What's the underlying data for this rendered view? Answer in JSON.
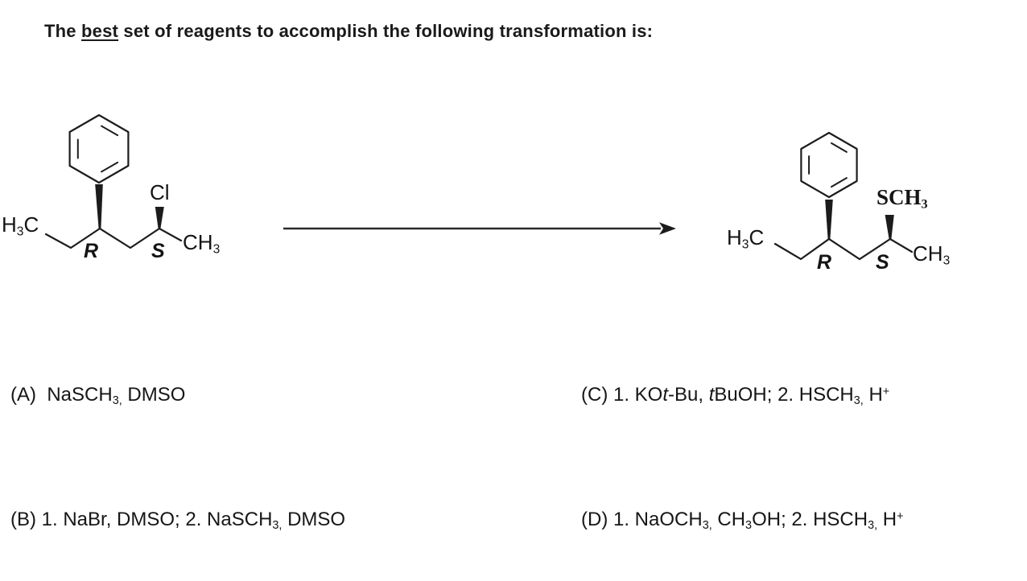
{
  "page": {
    "background": "#ffffff",
    "ink": "#1a1a1a"
  },
  "title": {
    "segments": [
      {
        "t": "The ",
        "s": "n"
      },
      {
        "t": "best",
        "s": "u"
      },
      {
        "t": " set of reagents to accomplish the following transformation is:",
        "s": "n"
      }
    ]
  },
  "reaction": {
    "substrate": {
      "ethyl_label": [
        {
          "t": "H",
          "s": "n"
        },
        {
          "t": "3",
          "s": "b"
        },
        {
          "t": "C",
          "s": "n"
        }
      ],
      "leaving_group_label": [
        {
          "t": "Cl",
          "s": "n"
        }
      ],
      "methyl_label": [
        {
          "t": "CH",
          "s": "n"
        },
        {
          "t": "3",
          "s": "b"
        }
      ],
      "stereocenter_left": [
        {
          "t": "R",
          "s": "n"
        }
      ],
      "stereocenter_right": [
        {
          "t": "S",
          "s": "n"
        }
      ]
    },
    "product": {
      "ethyl_label": [
        {
          "t": "H",
          "s": "n"
        },
        {
          "t": "3",
          "s": "b"
        },
        {
          "t": "C",
          "s": "n"
        }
      ],
      "substituent_label": [
        {
          "t": "SCH",
          "s": "n"
        },
        {
          "t": "3",
          "s": "b"
        }
      ],
      "methyl_label": [
        {
          "t": "CH",
          "s": "n"
        },
        {
          "t": "3",
          "s": "b"
        }
      ],
      "stereocenter_left": [
        {
          "t": "R",
          "s": "n"
        }
      ],
      "stereocenter_right": [
        {
          "t": "S",
          "s": "n"
        }
      ]
    }
  },
  "options": [
    {
      "id": "A",
      "segments": [
        {
          "t": "(A)  NaSCH",
          "s": "n"
        },
        {
          "t": "3,",
          "s": "b"
        },
        {
          "t": " DMSO",
          "s": "n"
        }
      ]
    },
    {
      "id": "B",
      "segments": [
        {
          "t": "(B) 1. NaBr, DMSO; 2. NaSCH",
          "s": "n"
        },
        {
          "t": "3,",
          "s": "b"
        },
        {
          "t": " DMSO",
          "s": "n"
        }
      ]
    },
    {
      "id": "C",
      "segments": [
        {
          "t": "(C) 1. KO",
          "s": "n"
        },
        {
          "t": "t",
          "s": "i"
        },
        {
          "t": "-Bu, ",
          "s": "n"
        },
        {
          "t": "t",
          "s": "i"
        },
        {
          "t": "BuOH; 2. HSCH",
          "s": "n"
        },
        {
          "t": "3,",
          "s": "b"
        },
        {
          "t": " H",
          "s": "n"
        },
        {
          "t": "+",
          "s": "p"
        }
      ]
    },
    {
      "id": "D",
      "segments": [
        {
          "t": "(D) 1. NaOCH",
          "s": "n"
        },
        {
          "t": "3,",
          "s": "b"
        },
        {
          "t": " CH",
          "s": "n"
        },
        {
          "t": "3",
          "s": "b"
        },
        {
          "t": "OH; 2. HSCH",
          "s": "n"
        },
        {
          "t": "3,",
          "s": "b"
        },
        {
          "t": " H",
          "s": "n"
        },
        {
          "t": "+",
          "s": "p"
        }
      ]
    }
  ]
}
